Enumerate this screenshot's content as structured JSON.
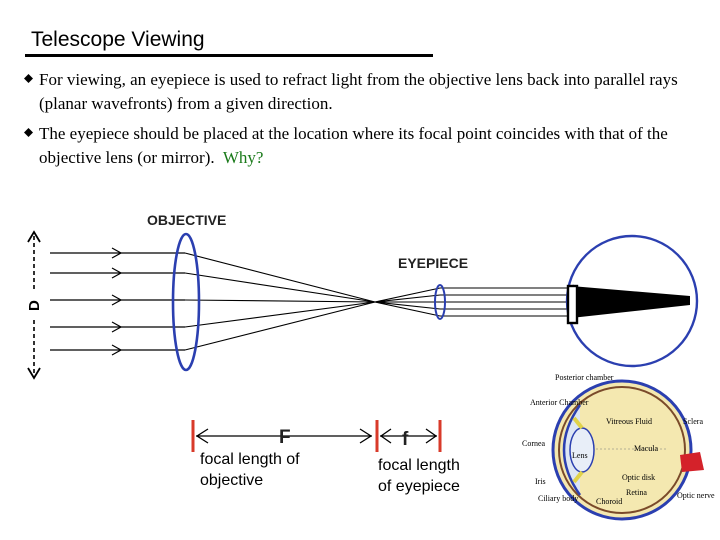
{
  "title": "Telescope Viewing",
  "bullets": [
    {
      "text": "For viewing, an eyepiece is used to refract light from the objective lens back into parallel rays (planar wavefronts) from a given direction."
    },
    {
      "text": "The eyepiece should be placed at the location where its focal point coincides with that of the objective lens (or mirror).",
      "emphasis": "Why?"
    }
  ],
  "diagram": {
    "objective_label": "OBJECTIVE",
    "eyepiece_label": "EYEPIECE",
    "diameter_label": "D",
    "objective_focal_symbol": "F",
    "eyepiece_focal_symbol": "f",
    "caption_objective": "focal length of objective",
    "caption_eyepiece": "focal length of eyepiece"
  },
  "eye_anatomy": {
    "labels": {
      "posterior": "Posterior chamber",
      "anterior": "Anterior Chamber",
      "vitreous": "Vitreous Fluid",
      "sclera": "Sclera",
      "cornea": "Cornea",
      "macula": "Macula",
      "lens": "Lens",
      "optic_disk": "Optic disk",
      "iris": "Iris",
      "retina": "Retina",
      "optic_nerve": "Optic nerve",
      "ciliary": "Ciliary body",
      "choroid": "Choroid"
    }
  },
  "colors": {
    "lens_outline": "#2b3fb0",
    "eye_outline": "#2b3fb0",
    "marker_red": "#d83a2a",
    "why_green": "#1a7a1a",
    "vitreous_fill": "#f4e8b0"
  }
}
